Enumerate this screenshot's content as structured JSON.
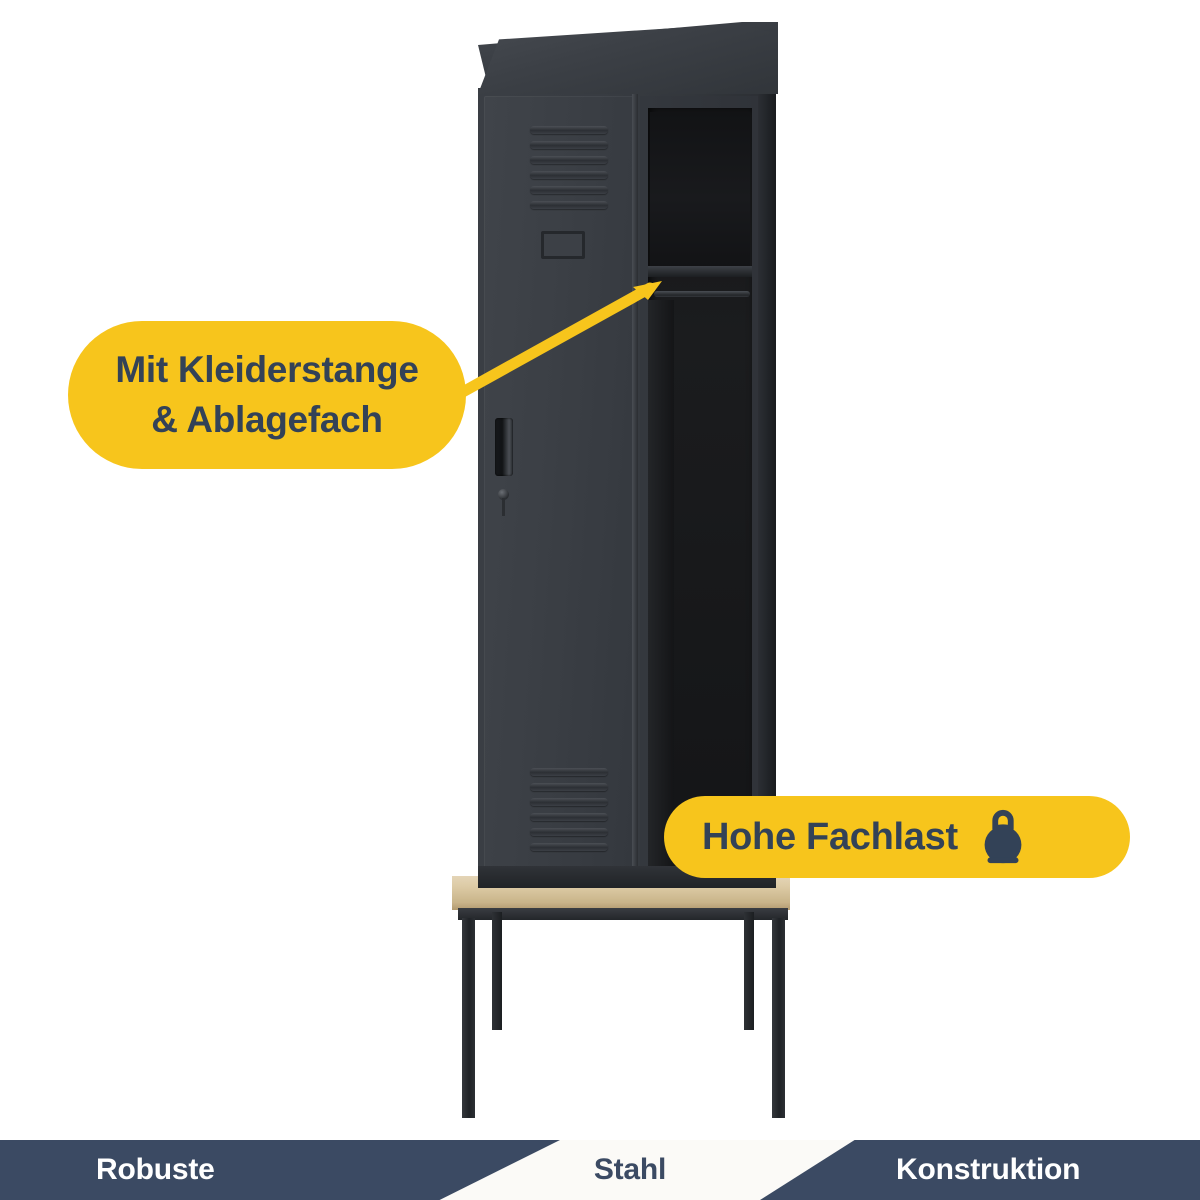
{
  "theme": {
    "accent_yellow": "#F7C51C",
    "navy": "#3b4a63",
    "badge_text_navy": "#334257",
    "locker_charcoal": "#3a3e44",
    "bench_wood": "#ddcba6",
    "background": "#ffffff"
  },
  "product": {
    "name": "steel-locker-with-bench",
    "door_icon": "louver-vent-icon",
    "handle_icon": "recessed-handle-icon",
    "lock_icon": "key-lock-icon",
    "card_holder_icon": "name-card-holder-icon",
    "shelf_icon": "shelf-board-icon",
    "rail_icon": "clothes-rail-icon"
  },
  "callouts": {
    "shelf_badge": {
      "label": "Mit Kleiderstange\n& Ablagefach",
      "icon": "pointer-arrow-icon"
    },
    "load_badge": {
      "label": "Hohe Fachlast",
      "icon": "kettlebell-icon"
    }
  },
  "banner": {
    "segments": [
      {
        "label": "Robuste",
        "style": "on-dark"
      },
      {
        "label": "Stahl",
        "style": "on-light"
      },
      {
        "label": "Konstruktion",
        "style": "on-dark"
      }
    ]
  }
}
